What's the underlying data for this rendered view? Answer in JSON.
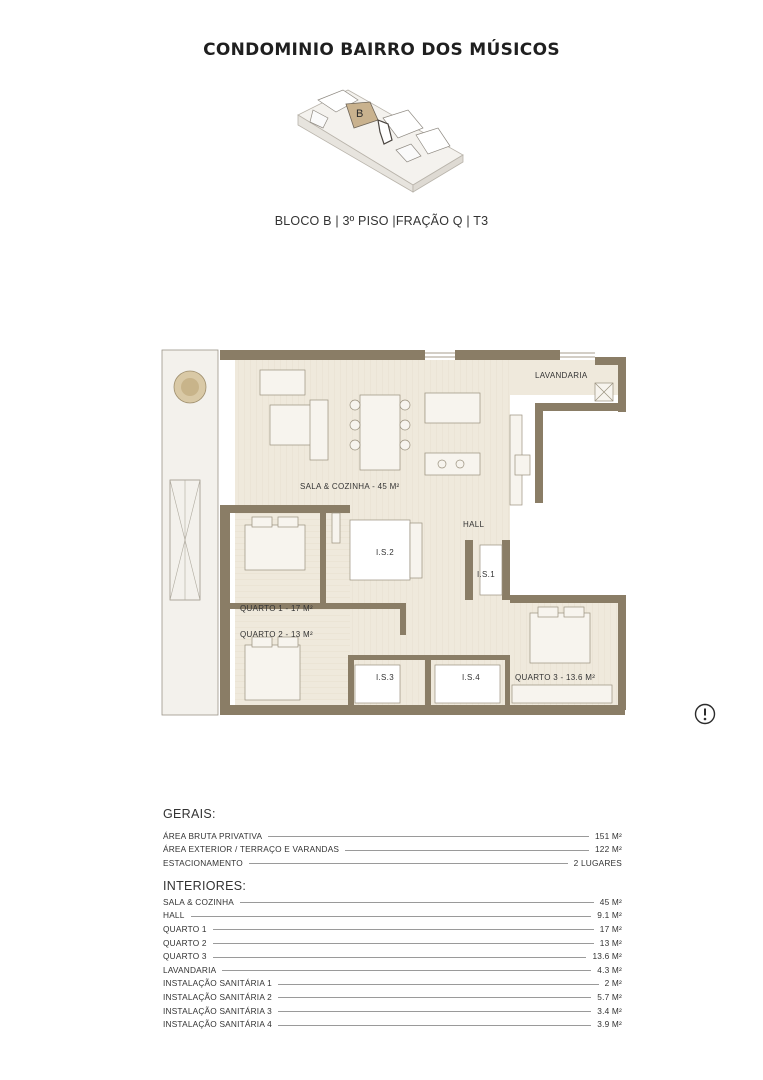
{
  "header": {
    "title": "CONDOMINIO BAIRRO DOS MÚSICOS",
    "block_letter": "B",
    "subtitle": "BLOCO B | 3º PISO |FRAÇÃO Q | T3"
  },
  "plan": {
    "rooms": {
      "lavandaria": "LAVANDARIA",
      "sala": "SALA & COZINHA - 45 M²",
      "hall": "HALL",
      "is2": "I.S.2",
      "is1": "I.S.1",
      "quarto1": "QUARTO 1 - 17 M²",
      "quarto2": "QUARTO 2 - 13 M²",
      "is3": "I.S.3",
      "is4": "I.S.4",
      "quarto3": "QUARTO 3 - 13.6 M²"
    }
  },
  "gerais": {
    "title": "GERAIS:",
    "rows": [
      {
        "label": "ÁREA BRUTA PRIVATIVA",
        "value": "151 M²"
      },
      {
        "label": "ÁREA EXTERIOR / TERRAÇO E VARANDAS",
        "value": "122 M²"
      },
      {
        "label": "ESTACIONAMENTO",
        "value": "2 LUGARES"
      }
    ]
  },
  "interiores": {
    "title": "INTERIORES:",
    "rows": [
      {
        "label": "SALA & COZINHA",
        "value": "45 M²"
      },
      {
        "label": "HALL",
        "value": "9.1 M²"
      },
      {
        "label": "QUARTO 1",
        "value": "17 M²"
      },
      {
        "label": "QUARTO 2",
        "value": "13 M²"
      },
      {
        "label": "QUARTO 3",
        "value": "13.6 M²"
      },
      {
        "label": "LAVANDARIA",
        "value": "4.3 M²"
      },
      {
        "label": "INSTALAÇÃO SANITÁRIA 1",
        "value": "2 M²"
      },
      {
        "label": "INSTALAÇÃO SANITÁRIA 2",
        "value": "5.7 M²"
      },
      {
        "label": "INSTALAÇÃO SANITÁRIA 3",
        "value": "3.4 M²"
      },
      {
        "label": "INSTALAÇÃO SANITÁRIA 4",
        "value": "3.9 M²"
      }
    ]
  },
  "colors": {
    "wall": "#8a7d66",
    "floor": "#efe9dc",
    "highlight": "#c9b28e",
    "text": "#333333"
  }
}
